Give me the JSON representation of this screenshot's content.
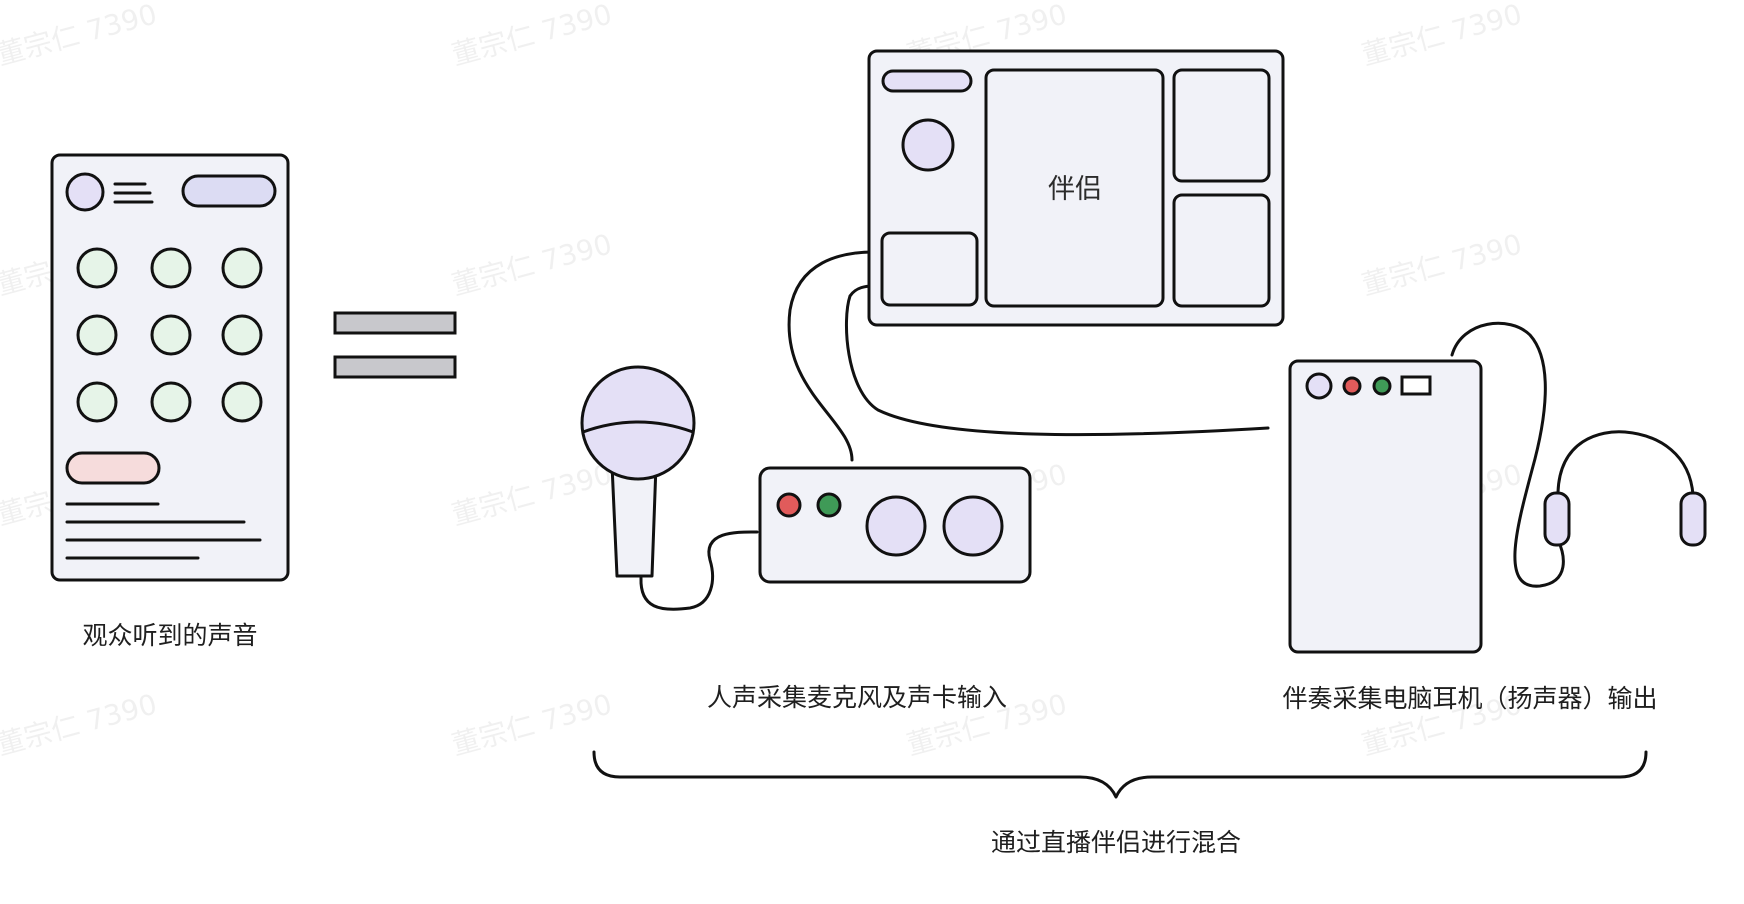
{
  "labels": {
    "audience_sound": "观众听到的声音",
    "vocal_input": "人声采集麦克风及声卡输入",
    "accompaniment_output": "伴奏采集电脑耳机（扬声器）输出",
    "mixing": "通过直播伴侣进行混合",
    "companion_center": "伴侣"
  },
  "watermark": {
    "text": "董宗仁 7390"
  },
  "colors": {
    "outline": "#111111",
    "panel_fill": "#f1f2f8",
    "lavender": "#e4e0f6",
    "pill_lavender": "#dcdcf3",
    "green_dot": "#e6f4e8",
    "pink_pill": "#f6dcdc",
    "red_indicator": "#e15b5b",
    "green_indicator": "#3f9a57",
    "equals_gray": "#c8c8cc"
  }
}
